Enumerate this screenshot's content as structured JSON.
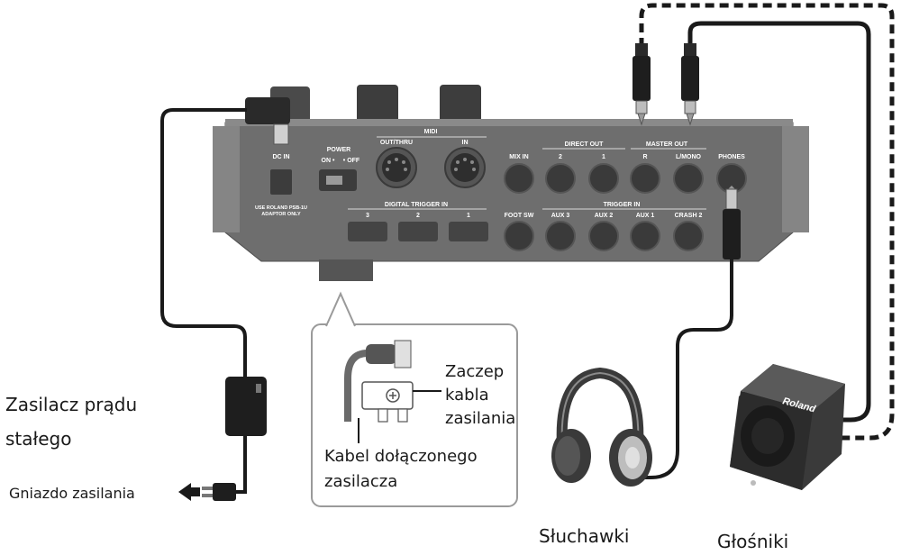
{
  "colors": {
    "device_body": "#6e6e6e",
    "device_dark": "#3c3c3c",
    "cable": "#1a1a1a",
    "callout_border": "#9a9a9a",
    "speaker_body": "#3a3a3a"
  },
  "device": {
    "dc_in": "DC IN",
    "adaptor_note_1": "USE ROLAND PSB-1U",
    "adaptor_note_2": "ADAPTOR ONLY",
    "power": "POWER",
    "power_on": "ON •",
    "power_off": "• OFF",
    "midi": "MIDI",
    "midi_out_thru": "OUT/THRU",
    "midi_in": "IN",
    "digital_trigger_in": "DIGITAL TRIGGER IN",
    "digital_trigger_ports": [
      "3",
      "2",
      "1"
    ],
    "mix_in": "MIX IN",
    "direct_out": "DIRECT OUT",
    "direct_out_ports": [
      "2",
      "1"
    ],
    "master_out": "MASTER OUT",
    "master_out_r": "R",
    "master_out_l_mono": "L/MONO",
    "phones": "PHONES",
    "trigger_in": "TRIGGER IN",
    "foot_sw": "FOOT SW",
    "trigger_in_ports": [
      "AUX 3",
      "AUX 2",
      "AUX 1",
      "CRASH 2"
    ]
  },
  "labels": {
    "adapter_line1": "Zasilacz prądu",
    "adapter_line2": "stałego",
    "outlet": "Gniazdo zasilania",
    "hook_line1": "Zaczep",
    "hook_line2": "kabla",
    "hook_line3": "zasilania",
    "cable_line1": "Kabel dołączonego",
    "cable_line2": "zasilacza",
    "headphones": "Słuchawki",
    "speakers": "Głośniki",
    "speaker_brand": "Roland"
  },
  "icons": [
    "dc-plug-icon",
    "adapter-brick-icon",
    "ac-plug-icon",
    "quarter-inch-jack-icon",
    "headphones-icon",
    "monitor-speaker-icon",
    "cable-hook-icon"
  ]
}
